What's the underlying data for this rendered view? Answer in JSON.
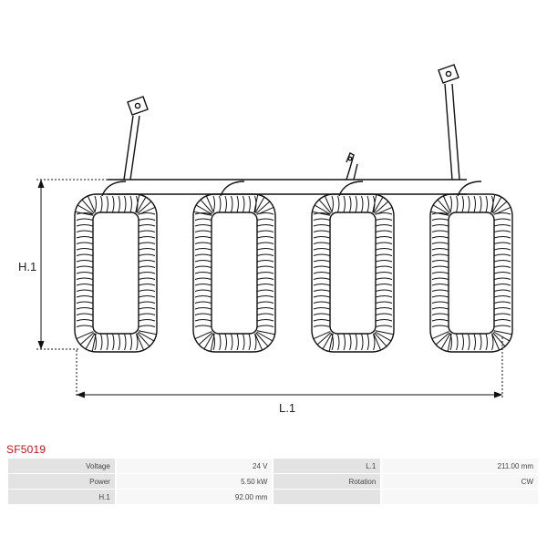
{
  "diagram": {
    "dimension_labels": {
      "height": "H.1",
      "length": "L.1"
    },
    "coil_count": 4
  },
  "product": {
    "code": "SF5019",
    "brand_color": "#b0161b"
  },
  "specs": {
    "rows": [
      {
        "left_label": "Voltage",
        "left_value": "24 V",
        "right_label": "L.1",
        "right_value": "211.00 mm"
      },
      {
        "left_label": "Power",
        "left_value": "5.50 kW",
        "right_label": "Rotation",
        "right_value": "CW"
      },
      {
        "left_label": "H.1",
        "left_value": "92.00 mm",
        "right_label": "",
        "right_value": ""
      }
    ]
  }
}
